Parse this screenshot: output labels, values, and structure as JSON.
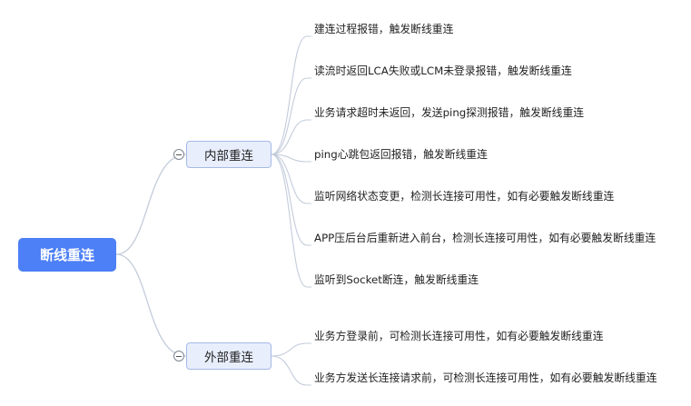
{
  "root": {
    "label": "断线重连"
  },
  "branches": [
    {
      "label": "内部重连",
      "children": [
        "建连过程报错，触发断线重连",
        "读流时返回LCA失败或LCM未登录报错，触发断线重连",
        "业务请求超时未返回，发送ping探测报错，触发断线重连",
        "ping心跳包返回报错，触发断线重连",
        "监听网络状态变更，检测长连接可用性，如有必要触发断线重连",
        "APP压后台后重新进入前台，检测长连接可用性，如有必要触发断线重连",
        "监听到Socket断连，触发断线重连"
      ]
    },
    {
      "label": "外部重连",
      "children": [
        "业务方登录前，可检测长连接可用性，如有必要触发断线重连",
        "业务方发送长连接请求前，可检测长连接可用性，如有必要触发断线重连"
      ]
    }
  ],
  "colors": {
    "root_fill": "#4d7ff6",
    "branch_fill": "#e8eefc",
    "branch_border": "#a6b9e6",
    "connector": "#c3ccdb"
  }
}
